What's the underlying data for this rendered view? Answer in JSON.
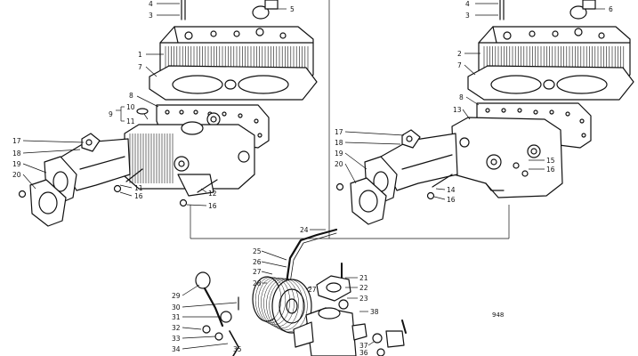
{
  "labels_left": [
    {
      "id": "4",
      "text": "4"
    },
    {
      "id": "3",
      "text": "3"
    },
    {
      "id": "5",
      "text": "5"
    },
    {
      "id": "1",
      "text": "1"
    },
    {
      "id": "7",
      "text": "7"
    },
    {
      "id": "8",
      "text": "8"
    },
    {
      "id": "9",
      "text": "9"
    },
    {
      "id": "10",
      "text": "10"
    },
    {
      "id": "11a",
      "text": "11"
    },
    {
      "id": "17",
      "text": "17"
    },
    {
      "id": "18",
      "text": "18"
    },
    {
      "id": "19",
      "text": "19"
    },
    {
      "id": "20",
      "text": "20"
    },
    {
      "id": "11b",
      "text": "11"
    },
    {
      "id": "16a",
      "text": "16"
    },
    {
      "id": "12",
      "text": "12"
    },
    {
      "id": "16b",
      "text": "16"
    }
  ],
  "labels_right": [
    {
      "id": "4",
      "text": "4"
    },
    {
      "id": "3",
      "text": "3"
    },
    {
      "id": "6",
      "text": "6"
    },
    {
      "id": "2",
      "text": "2"
    },
    {
      "id": "7",
      "text": "7"
    },
    {
      "id": "8",
      "text": "8"
    },
    {
      "id": "13",
      "text": "13"
    },
    {
      "id": "17",
      "text": "17"
    },
    {
      "id": "18",
      "text": "18"
    },
    {
      "id": "19",
      "text": "19"
    },
    {
      "id": "20",
      "text": "20"
    },
    {
      "id": "15",
      "text": "15"
    },
    {
      "id": "16a",
      "text": "16"
    },
    {
      "id": "14",
      "text": "14"
    },
    {
      "id": "16b",
      "text": "16"
    }
  ],
  "labels_bottom": [
    {
      "id": "24",
      "text": "24"
    },
    {
      "id": "25",
      "text": "25"
    },
    {
      "id": "26",
      "text": "26"
    },
    {
      "id": "27a",
      "text": "27"
    },
    {
      "id": "28",
      "text": "28"
    },
    {
      "id": "27b",
      "text": "27"
    },
    {
      "id": "21",
      "text": "21"
    },
    {
      "id": "22",
      "text": "22"
    },
    {
      "id": "23",
      "text": "23"
    },
    {
      "id": "38",
      "text": "38"
    },
    {
      "id": "29",
      "text": "29"
    },
    {
      "id": "30",
      "text": "30"
    },
    {
      "id": "31",
      "text": "31"
    },
    {
      "id": "32",
      "text": "32"
    },
    {
      "id": "33",
      "text": "33"
    },
    {
      "id": "34",
      "text": "34"
    },
    {
      "id": "35",
      "text": "35"
    },
    {
      "id": "37",
      "text": "37"
    },
    {
      "id": "36",
      "text": "36"
    }
  ],
  "figure_number": "948"
}
